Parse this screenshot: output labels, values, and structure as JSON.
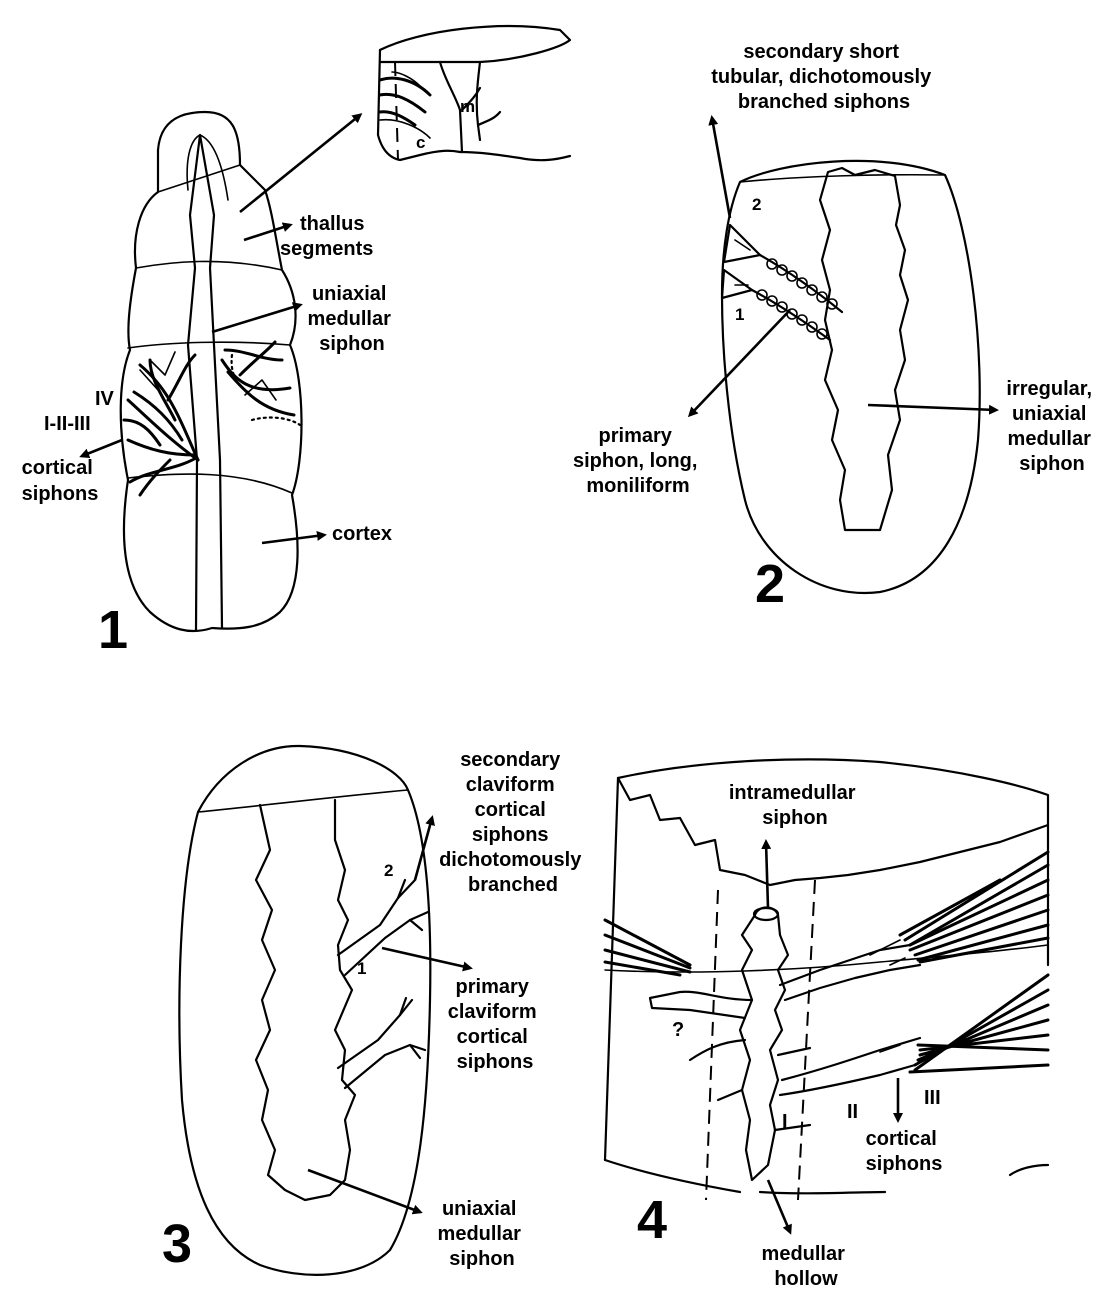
{
  "panels": [
    {
      "id": "1",
      "number": "1",
      "labels": {
        "m": "m",
        "c": "c",
        "thallus": [
          "thallus",
          "segments"
        ],
        "uniaxial": [
          "uniaxial",
          "medullar",
          "siphon"
        ],
        "iv": "IV",
        "i_ii_iii": "I-II-III",
        "cortical": [
          "cortical",
          "siphons"
        ],
        "cortex": "cortex"
      }
    },
    {
      "id": "2",
      "number": "2",
      "labels": {
        "secondary": [
          "secondary short",
          "tubular, dichotomously",
          "branched siphons"
        ],
        "n2": "2",
        "n1": "1",
        "primary": [
          "primary",
          "siphon, long,",
          "moniliform"
        ],
        "irregular": [
          "irregular,",
          "uniaxial",
          "medullar",
          "siphon"
        ]
      }
    },
    {
      "id": "3",
      "number": "3",
      "labels": {
        "secondary": [
          "secondary",
          "claviform",
          "cortical",
          "siphons",
          "dichotomously",
          "branched"
        ],
        "n2": "2",
        "n1": "1",
        "primary": [
          "primary",
          "claviform",
          "cortical",
          "siphons"
        ],
        "uniaxial": [
          "uniaxial",
          "medullar",
          "siphon"
        ]
      }
    },
    {
      "id": "4",
      "number": "4",
      "labels": {
        "intramedullar": [
          "intramedullar",
          "siphon"
        ],
        "question": "?",
        "r1": "I",
        "r2": "II",
        "r3": "III",
        "cortical": [
          "cortical",
          "siphons"
        ],
        "hollow": [
          "medullar",
          "hollow"
        ]
      }
    }
  ]
}
